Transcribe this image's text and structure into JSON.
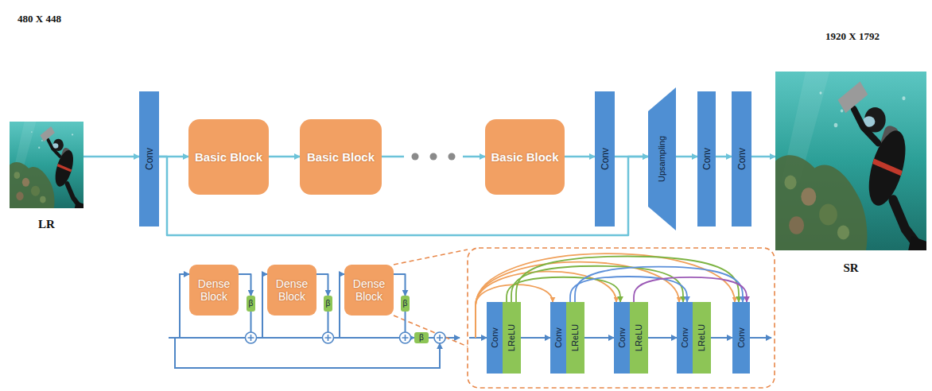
{
  "diagram": {
    "nodes": [
      {
        "text": [
          "LR"
        ]
      },
      {
        "text": [
          "Conv"
        ]
      },
      {
        "text": [
          "Basic Block"
        ]
      },
      {
        "text": [
          "Basic Block"
        ]
      },
      {
        "text": [
          "Basic Block"
        ]
      },
      {
        "text": [
          "Conv"
        ]
      },
      {
        "text": [
          "Upsampling"
        ]
      },
      {
        "text": [
          "Conv"
        ]
      },
      {
        "text": [
          "Conv"
        ]
      },
      {
        "text": [
          "SR"
        ]
      },
      {
        "text": [
          "Dense Block"
        ]
      },
      {
        "text": [
          "β"
        ]
      },
      {
        "text": [
          "Dense Block"
        ]
      },
      {
        "text": [
          "β"
        ]
      },
      {
        "text": [
          "Dense Block"
        ]
      },
      {
        "text": [
          "β"
        ]
      },
      {
        "text": [
          "β"
        ]
      },
      {
        "text": [
          "Conv"
        ]
      },
      {
        "text": [
          "LReLU"
        ]
      },
      {
        "text": [
          "Conv"
        ]
      },
      {
        "text": [
          "LReLU"
        ]
      },
      {
        "text": [
          "Conv"
        ]
      },
      {
        "text": [
          "LReLU"
        ]
      },
      {
        "text": [
          "Conv"
        ]
      },
      {
        "text": [
          "LReLU"
        ]
      },
      {
        "text": [
          "Conv"
        ]
      }
    ],
    "edges": [
      {
        "from": 0,
        "to": 1,
        "arrow": "to"
      },
      {
        "from": 1,
        "to": 2,
        "arrow": "to"
      },
      {
        "from": 2,
        "to": 3,
        "arrow": "to"
      },
      {
        "from": 3,
        "to": 4,
        "arrow": "to"
      },
      {
        "from": 4,
        "to": 5,
        "arrow": "to"
      },
      {
        "from": 5,
        "to": 6,
        "arrow": "to"
      },
      {
        "from": 1,
        "to": 6,
        "arrow": "to"
      },
      {
        "from": 6,
        "to": 7,
        "arrow": "to"
      },
      {
        "from": 7,
        "to": 8,
        "arrow": "to"
      },
      {
        "from": 8,
        "to": 9,
        "arrow": "to"
      },
      {
        "from": 10,
        "to": 11,
        "arrow": "to"
      },
      {
        "from": 11,
        "to": 12,
        "arrow": "to"
      },
      {
        "from": 12,
        "to": 13,
        "arrow": "to"
      },
      {
        "from": 13,
        "to": 14,
        "arrow": "to"
      },
      {
        "from": 14,
        "to": 15,
        "arrow": "to"
      },
      {
        "from": 15,
        "to": 16,
        "arrow": "to"
      },
      {
        "from": 18,
        "to": 19,
        "arrow": "to"
      },
      {
        "from": 20,
        "to": 21,
        "arrow": "to"
      },
      {
        "from": 22,
        "to": 23,
        "arrow": "to"
      },
      {
        "from": 24,
        "to": 25,
        "arrow": "to"
      },
      {
        "from": 18,
        "to": 21,
        "arrow": "to"
      },
      {
        "from": 18,
        "to": 23,
        "arrow": "to"
      },
      {
        "from": 18,
        "to": 25,
        "arrow": "to"
      },
      {
        "from": 20,
        "to": 23,
        "arrow": "to"
      },
      {
        "from": 20,
        "to": 25,
        "arrow": "to"
      },
      {
        "from": 22,
        "to": 25,
        "arrow": "to"
      }
    ],
    "labels": [
      "480 X 448",
      "1920 X 1792"
    ]
  }
}
